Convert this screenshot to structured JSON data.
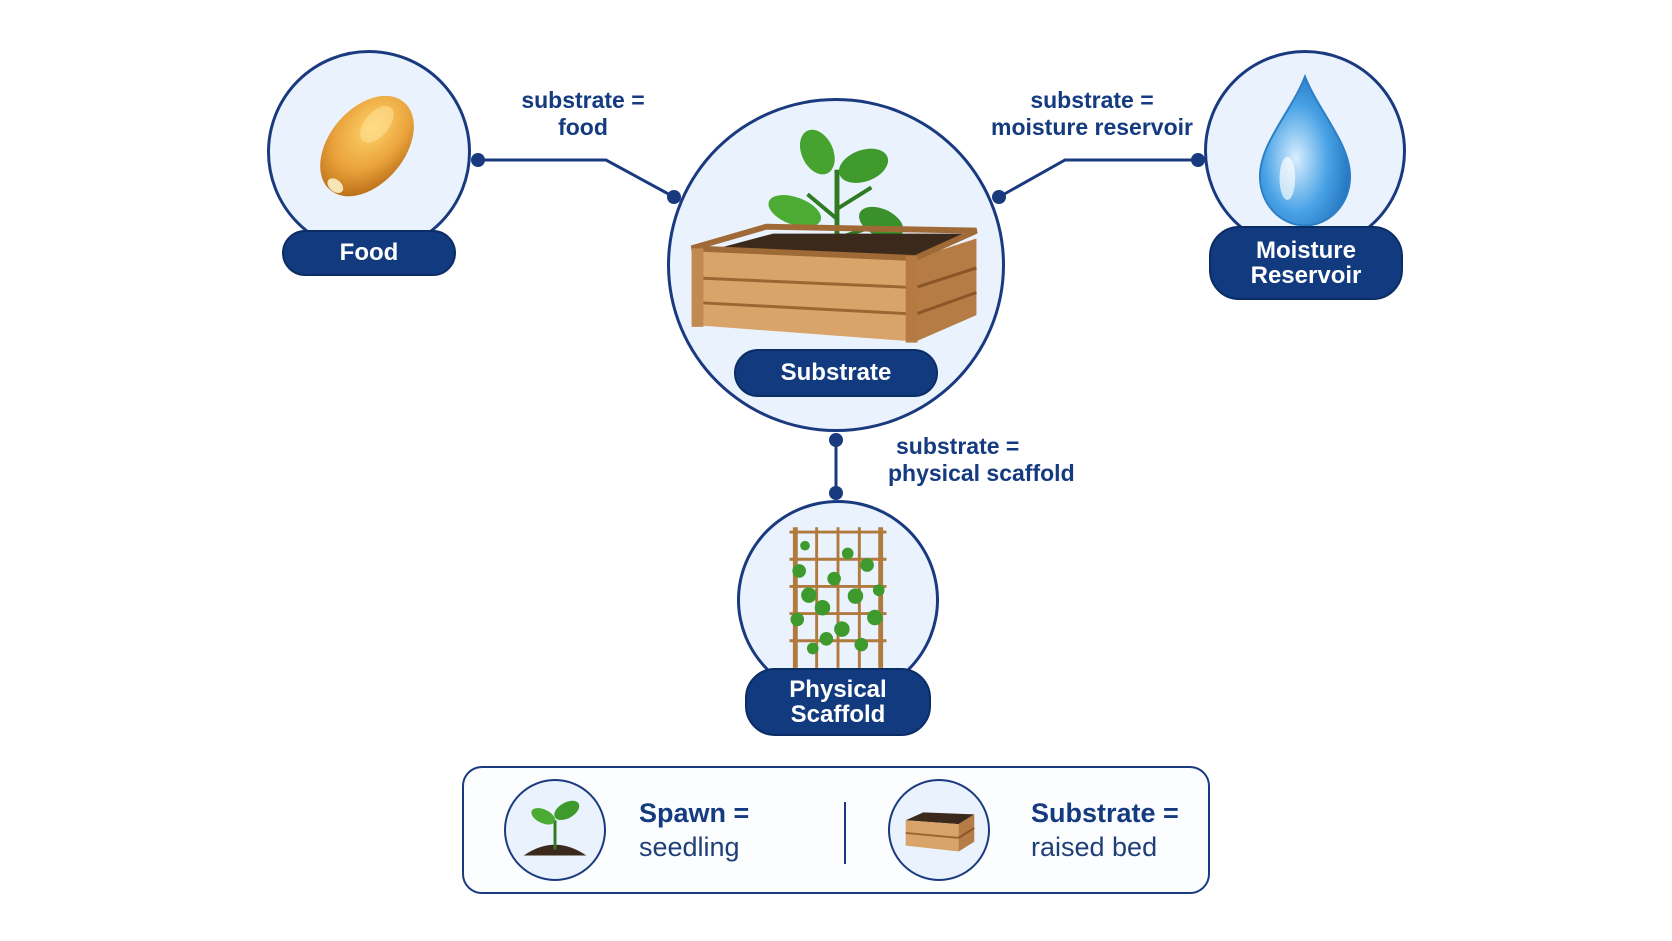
{
  "nodes": {
    "center": {
      "label": "Substrate"
    },
    "food": {
      "label": "Food"
    },
    "moisture": {
      "label": "Moisture\nReservoir"
    },
    "scaffold": {
      "label": "Physical\nScaffold"
    }
  },
  "edges": {
    "food": {
      "line1": "substrate =",
      "line2": "food"
    },
    "moisture": {
      "line1": "substrate =",
      "line2": "moisture reservoir"
    },
    "scaffold": {
      "line1": "substrate =",
      "line2": "physical scaffold"
    }
  },
  "legend": {
    "spawn": {
      "term": "Spawn =",
      "definition": "seedling",
      "icon": "seedling-icon"
    },
    "substrate": {
      "term": "Substrate =",
      "definition": "raised bed",
      "icon": "raised-bed-icon"
    }
  },
  "colors": {
    "navy": "#123a7e",
    "node_fill": "#eaf2fd",
    "wood": "#c98d4e",
    "leaf": "#3f9a2e",
    "water": "#4aa3e6",
    "seed": "#e9a23b"
  }
}
